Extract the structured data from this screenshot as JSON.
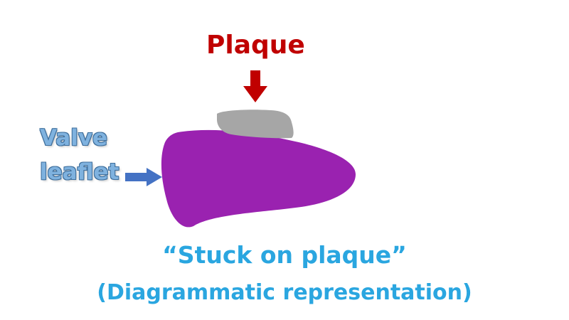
{
  "labels": {
    "plaque": "Plaque",
    "valve_line1": "Valve",
    "valve_line2": "leaflet"
  },
  "caption": {
    "line1": "“Stuck on plaque”",
    "line2": "(Diagrammatic representation)"
  },
  "colors": {
    "plaque_label": "#c00000",
    "plaque_arrow": "#c00000",
    "plaque_shape": "#a6a6a6",
    "leaflet_shape": "#9a22b0",
    "valve_label": "#7fb2df",
    "valve_arrow": "#4472c4",
    "caption": "#2aa6e0"
  }
}
